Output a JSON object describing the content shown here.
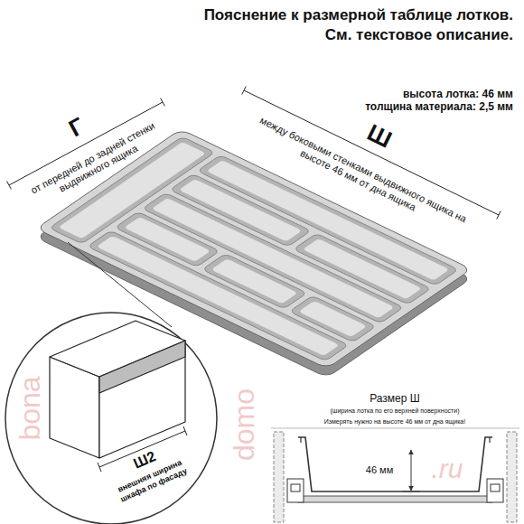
{
  "diagram": {
    "title": "Пояснение к размерной таблице лотков. См. текстовое описание.",
    "labels": [
      "высота лотка: 46 мм",
      "толщина материала: 2,5 мм",
      "Г",
      "от передней до задней стенки выдвижного ящика",
      "Ш",
      "между боковыми стенками выдвижного ящика на высоте 46 мм от дна ящика",
      "Ш2",
      "внешняя ширина шкафа по фасаду",
      "Размер Ш",
      "(ширина лотка по его верхней поверхности)",
      "Измерять нужно на высоте 46 мм от дна ящика!",
      "46 мм",
      "bona",
      "domo",
      ".ru"
    ]
  }
}
